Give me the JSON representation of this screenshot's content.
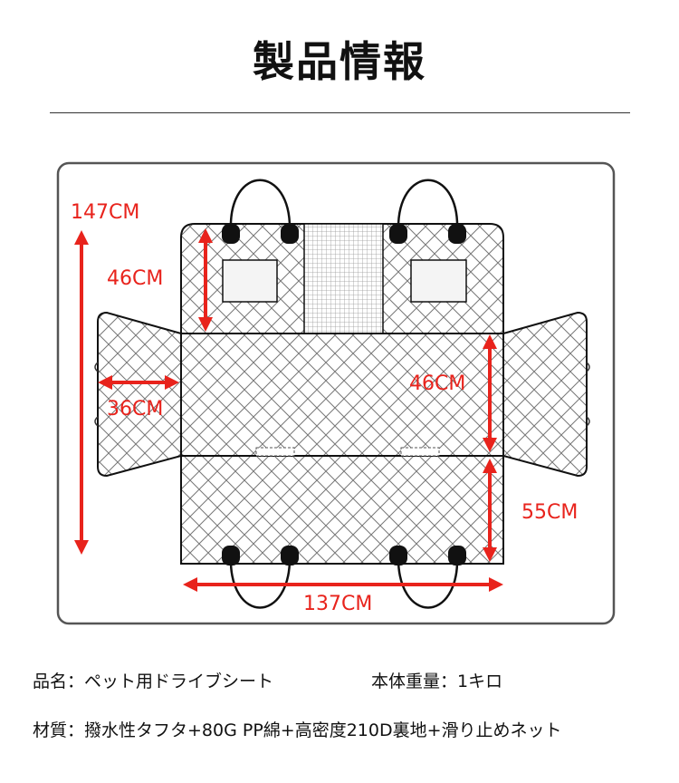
{
  "title": "製品情報",
  "diagram": {
    "dimensions": {
      "total_length": "147CM",
      "headrest_height": "46CM",
      "side_flap_width": "36CM",
      "seat_depth": "46CM",
      "lower_length": "55CM",
      "width": "137CM"
    },
    "colors": {
      "dimension": "#e8231c",
      "outline": "#111111",
      "frame": "#555555"
    }
  },
  "specs": {
    "product_name": "品名：ペット用ドライブシート",
    "weight": "本体重量：1キロ",
    "material": "材質：撥水性タフタ+80G PP綿+高密度210D裏地+滑り止めネット"
  }
}
